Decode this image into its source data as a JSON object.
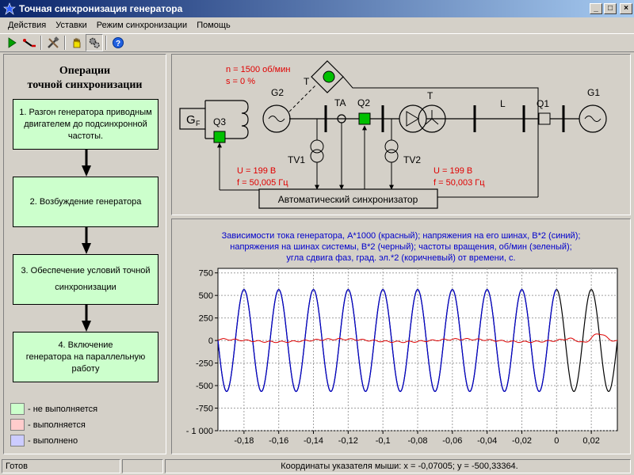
{
  "window": {
    "title": "Точная синхронизация генератора",
    "min_label": "_",
    "max_label": "□",
    "close_label": "×"
  },
  "menu": [
    "Действия",
    "Уставки",
    "Режим синхронизации",
    "Помощь"
  ],
  "left": {
    "title_line1": "Операции",
    "title_line2": "точной синхронизации",
    "steps": [
      {
        "lines": [
          "1. Разгон генератора приводным",
          "двигателем до подсинхронной",
          "частоты."
        ]
      },
      {
        "lines": [
          "2. Возбуждение генератора"
        ]
      },
      {
        "lines": [
          "3. Обеспечение условий точной",
          "синхронизации"
        ]
      },
      {
        "lines": [
          "4. Включение",
          "генератора на параллельную",
          "работу"
        ]
      }
    ],
    "legend": [
      {
        "color": "#ccffcc",
        "label": "- не выполняется"
      },
      {
        "color": "#ffcccc",
        "label": "- выполняется"
      },
      {
        "color": "#ccccff",
        "label": "- выполнено"
      }
    ]
  },
  "diagram": {
    "n_text": "n = 1500 об/мин",
    "s_text": "s = 0 %",
    "gf": "G",
    "gf_sub": "F",
    "labels": {
      "q3": "Q3",
      "g2": "G2",
      "t_top": "T",
      "ta": "TA",
      "q2": "Q2",
      "t_right": "T",
      "l": "L",
      "q1": "Q1",
      "g1": "G1",
      "tv1": "TV1",
      "tv2": "TV2"
    },
    "u_left": "U = 199 В",
    "f_left": "f = 50,005 Гц",
    "u_right": "U = 199 В",
    "f_right": "f = 50,003 Гц",
    "auto_sync": "Автоматический синхронизатор"
  },
  "chart_data": {
    "type": "line",
    "title_lines": [
      "Зависимости тока генератора, А*1000 (красный); напряжения на его шинах, В*2 (синий);",
      "напряжения на шинах системы, В*2 (черный); частоты вращения, об/мин (зеленый);",
      "угла сдвига фаз, град. эл.*2 (коричневый) от времени, с."
    ],
    "xlim": [
      -0.195,
      0.035
    ],
    "ylim": [
      -1000,
      800
    ],
    "x_ticks": [
      -0.18,
      -0.16,
      -0.14,
      -0.12,
      -0.1,
      -0.08,
      -0.06,
      -0.04,
      -0.02,
      0,
      0.02
    ],
    "x_tick_labels": [
      "-0,18",
      "-0,16",
      "-0,14",
      "-0,12",
      "-0,1",
      "-0,08",
      "-0,06",
      "-0,04",
      "-0,02",
      "0",
      "0,02"
    ],
    "y_ticks": [
      750,
      500,
      250,
      0,
      -250,
      -500,
      -750,
      -1000
    ],
    "y_tick_labels": [
      "750",
      "500",
      "250",
      "0",
      "-250",
      "-500",
      "-750",
      "- 1 000"
    ],
    "grid": true,
    "series": [
      {
        "color": "#000000",
        "amplitude": 565,
        "frequency": 50.003,
        "x_range": [
          -0.195,
          0.035
        ]
      },
      {
        "color": "#0000cc",
        "amplitude": 565,
        "frequency": 50.005,
        "x_range": [
          -0.195,
          0.0
        ]
      },
      {
        "color": "#dd0000",
        "amplitude": 15,
        "frequency": 50.0,
        "x_range": [
          -0.195,
          0.035
        ]
      }
    ]
  },
  "status": {
    "ready": "Готов",
    "coords": "Координаты указателя мыши: x = -0,07005;  y = -500,33364."
  }
}
